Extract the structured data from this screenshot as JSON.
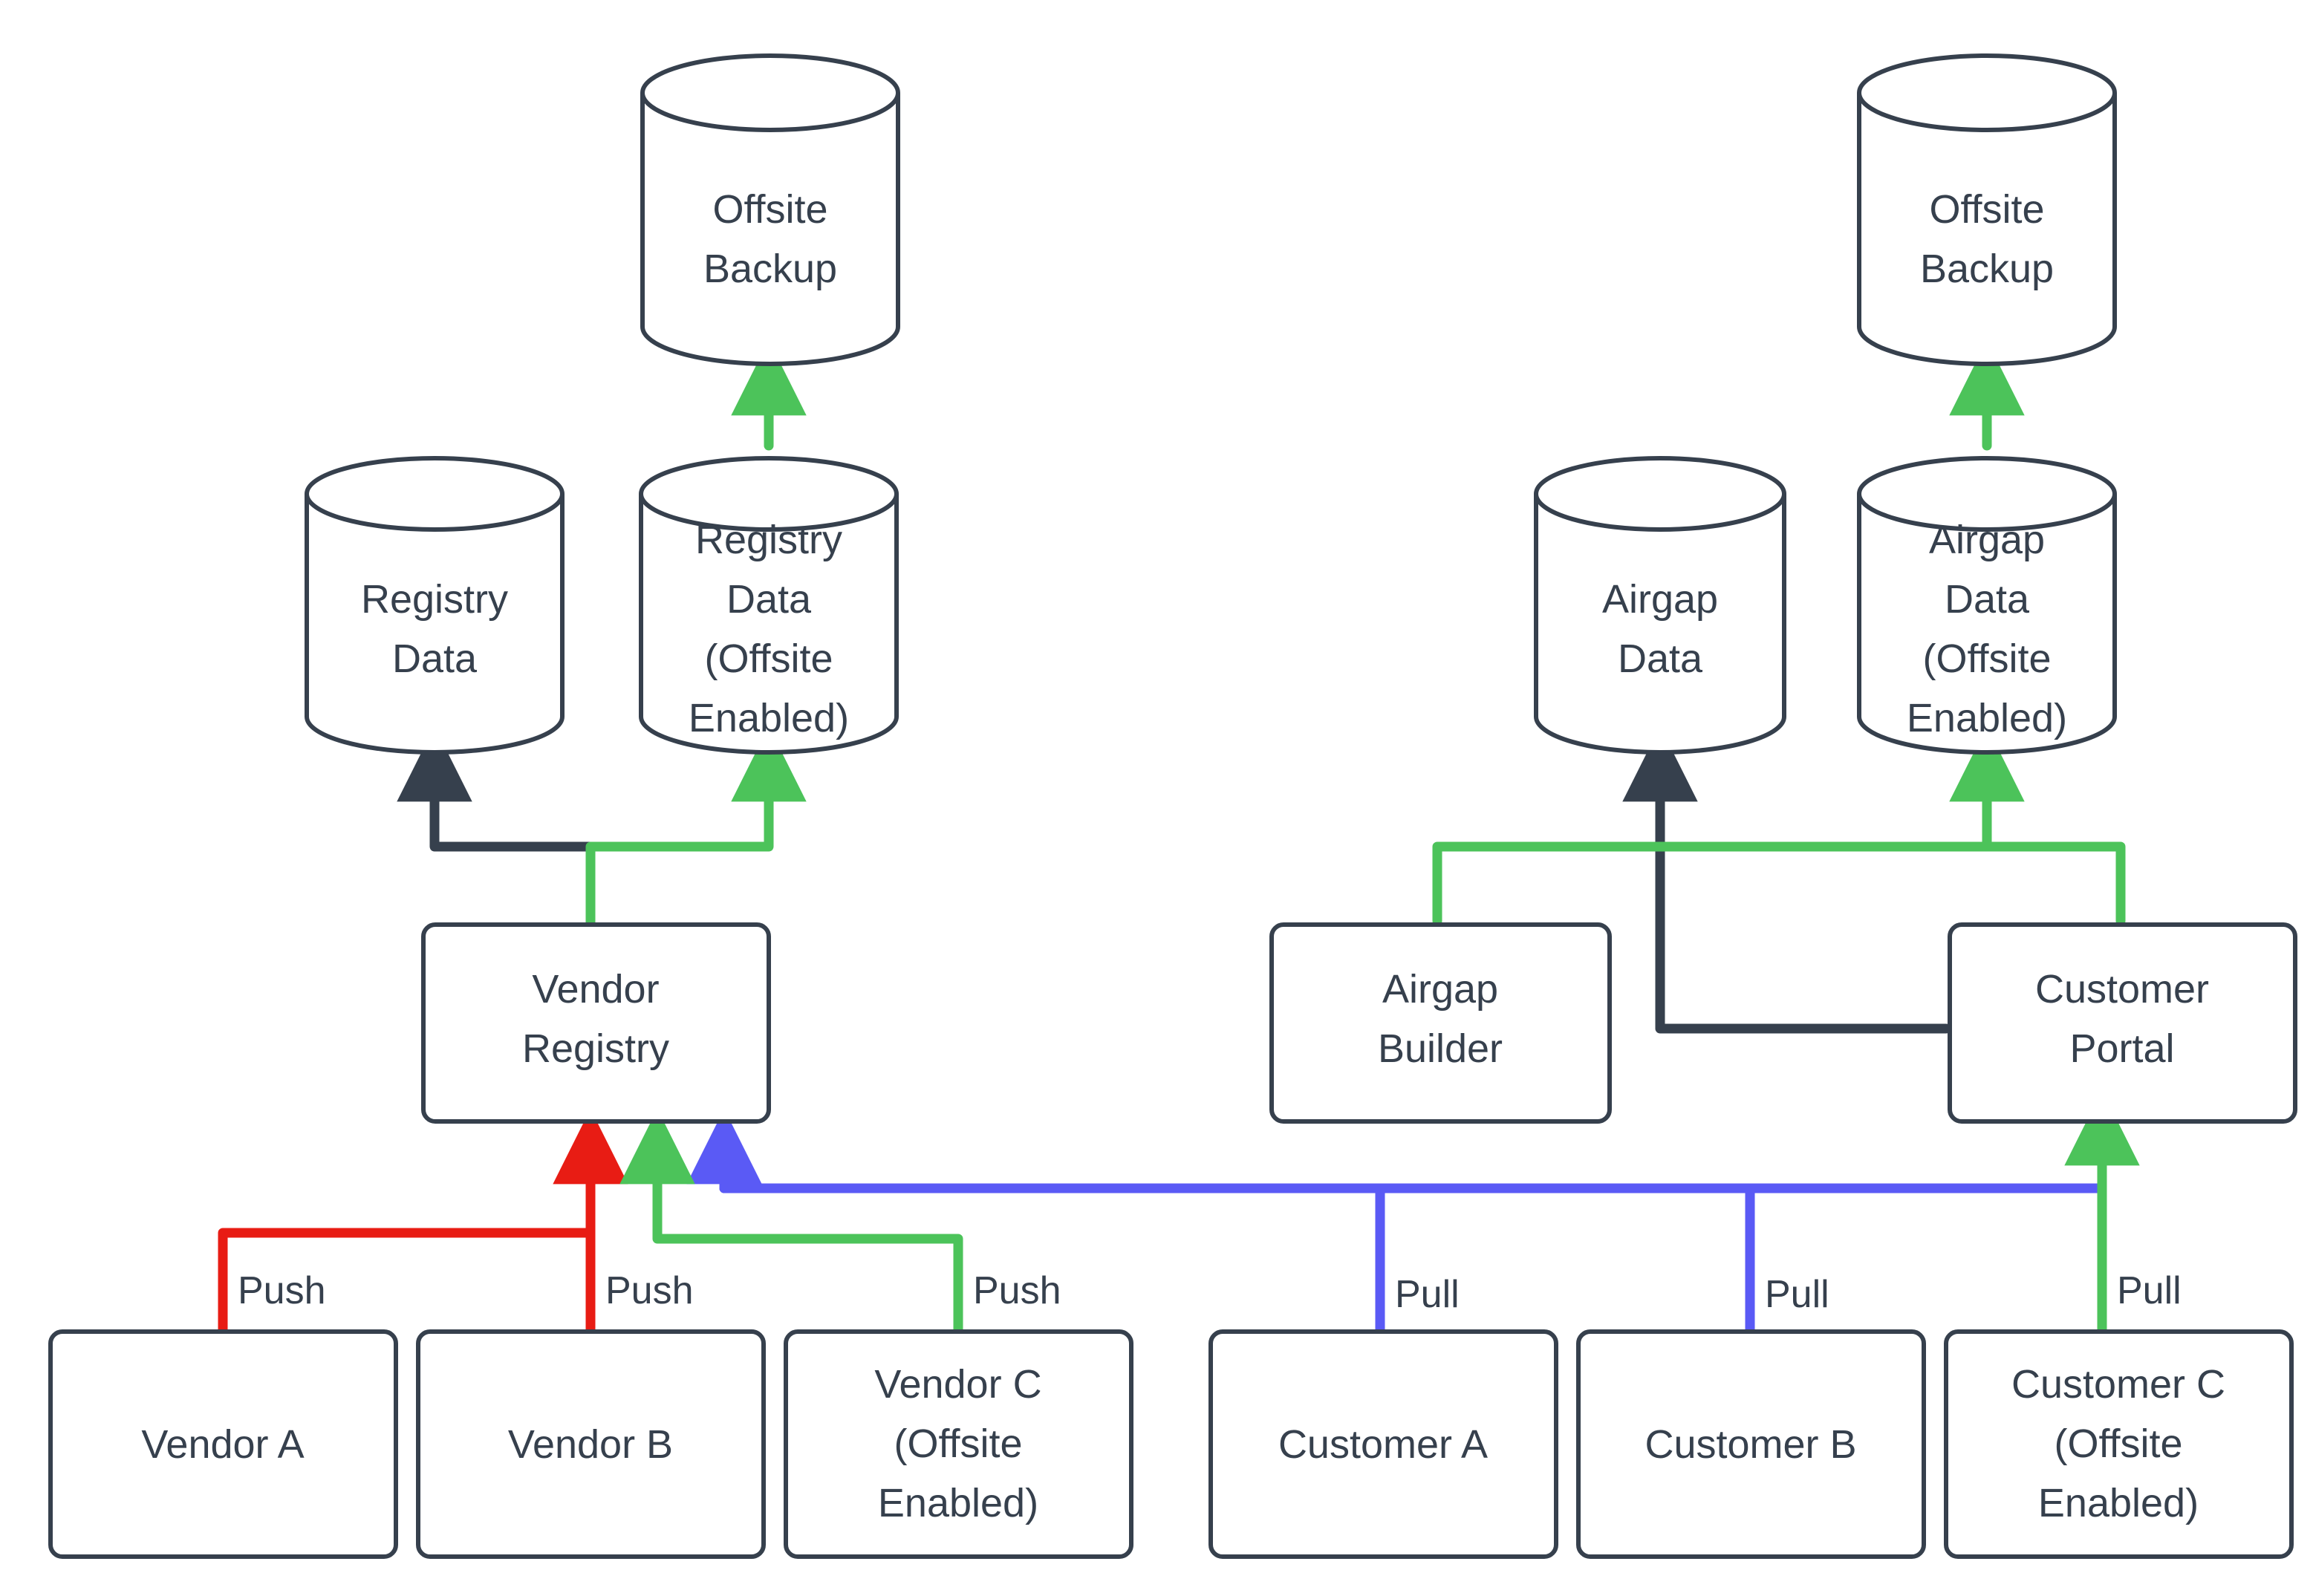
{
  "colors": {
    "stroke": "#36404d",
    "text": "#36404d",
    "background": "#ffffff",
    "red": "#e81c14",
    "green": "#4cc35a",
    "purple": "#5a5af5",
    "dark": "#36404d"
  },
  "nodes": {
    "offsite_backup_left": {
      "label_lines": [
        "Offsite",
        "Backup"
      ],
      "type": "cylinder"
    },
    "offsite_backup_right": {
      "label_lines": [
        "Offsite",
        "Backup"
      ],
      "type": "cylinder"
    },
    "registry_data": {
      "label_lines": [
        "Registry",
        "Data"
      ],
      "type": "cylinder"
    },
    "registry_data_offsite": {
      "label_lines": [
        "Registry",
        "Data",
        "(Offsite",
        "Enabled)"
      ],
      "type": "cylinder"
    },
    "airgap_data": {
      "label_lines": [
        "Airgap",
        "Data"
      ],
      "type": "cylinder"
    },
    "airgap_data_offsite": {
      "label_lines": [
        "Airgap",
        "Data",
        "(Offsite",
        "Enabled)"
      ],
      "type": "cylinder"
    },
    "vendor_registry": {
      "label_lines": [
        "Vendor",
        "Registry"
      ],
      "type": "box"
    },
    "airgap_builder": {
      "label_lines": [
        "Airgap",
        "Builder"
      ],
      "type": "box"
    },
    "customer_portal": {
      "label_lines": [
        "Customer",
        "Portal"
      ],
      "type": "box"
    },
    "vendor_a": {
      "label_lines": [
        "Vendor A"
      ],
      "type": "box"
    },
    "vendor_b": {
      "label_lines": [
        "Vendor B"
      ],
      "type": "box"
    },
    "vendor_c": {
      "label_lines": [
        "Vendor C",
        "(Offsite",
        "Enabled)"
      ],
      "type": "box"
    },
    "customer_a": {
      "label_lines": [
        "Customer A"
      ],
      "type": "box"
    },
    "customer_b": {
      "label_lines": [
        "Customer B"
      ],
      "type": "box"
    },
    "customer_c": {
      "label_lines": [
        "Customer C",
        "(Offsite",
        "Enabled)"
      ],
      "type": "box"
    }
  },
  "edge_labels": {
    "vendor_a_push": "Push",
    "vendor_b_push": "Push",
    "vendor_c_push": "Push",
    "customer_a_pull": "Pull",
    "customer_b_pull": "Pull",
    "customer_c_pull": "Pull"
  },
  "edges": [
    {
      "from": "registry_data_offsite",
      "to": "offsite_backup_left",
      "color": "green",
      "label": ""
    },
    {
      "from": "airgap_data_offsite",
      "to": "offsite_backup_right",
      "color": "green",
      "label": ""
    },
    {
      "from": "vendor_registry",
      "to": "registry_data",
      "color": "dark",
      "label": ""
    },
    {
      "from": "vendor_registry",
      "to": "registry_data_offsite",
      "color": "green",
      "label": ""
    },
    {
      "from": "customer_portal",
      "to": "airgap_data",
      "color": "dark",
      "label": ""
    },
    {
      "from": "airgap_builder",
      "to": "airgap_data_offsite",
      "color": "green",
      "label": ""
    },
    {
      "from": "customer_portal",
      "to": "airgap_data_offsite",
      "color": "green",
      "label": ""
    },
    {
      "from": "vendor_a",
      "to": "vendor_registry",
      "color": "red",
      "label": "Push"
    },
    {
      "from": "vendor_b",
      "to": "vendor_registry",
      "color": "red",
      "label": "Push"
    },
    {
      "from": "vendor_c",
      "to": "vendor_registry",
      "color": "green",
      "label": "Push"
    },
    {
      "from": "customer_a",
      "to": "vendor_registry",
      "color": "purple",
      "label": "Pull"
    },
    {
      "from": "customer_b",
      "to": "vendor_registry",
      "color": "purple",
      "label": "Pull"
    },
    {
      "from": "customer_c",
      "to": "customer_portal",
      "color": "green",
      "label": "Pull"
    },
    {
      "from": "customer_c",
      "to": "vendor_registry",
      "color": "purple",
      "label": "Pull"
    }
  ]
}
